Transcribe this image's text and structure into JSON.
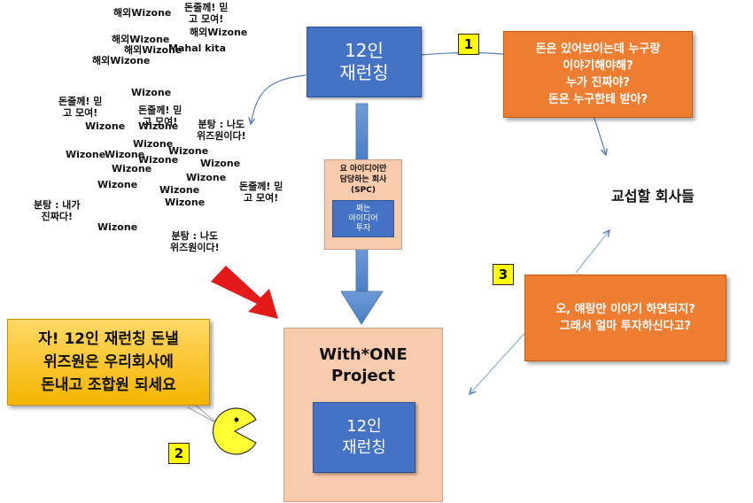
{
  "scatter_texts": [
    {
      "text": "해외Wizone"
    },
    {
      "text": "돈줄께! 믿\n고 모여!"
    },
    {
      "text": "해외Wizone"
    },
    {
      "text": "해외Wizone"
    },
    {
      "text": "해외Wizone"
    },
    {
      "text": "Mahal kita"
    },
    {
      "text": "해외Wizone"
    },
    {
      "text": "Wizone"
    },
    {
      "text": "돈줄께! 믿\n고 모여!"
    },
    {
      "text": "돈줄께! 믿\n고 모여!"
    },
    {
      "text": "Wizone"
    },
    {
      "text": "Wizone"
    },
    {
      "text": "분탕 : 나도\n위즈원이다!"
    },
    {
      "text": "Wizone"
    },
    {
      "text": "Wizone"
    },
    {
      "text": "Wizone"
    },
    {
      "text": "Wizone"
    },
    {
      "text": "Wizone"
    },
    {
      "text": "Wizone"
    },
    {
      "text": "Wizone"
    },
    {
      "text": "Wizone"
    },
    {
      "text": "Wizone"
    },
    {
      "text": "Wizone"
    },
    {
      "text": "돈줄께! 믿\n고 모여!"
    },
    {
      "text": "Wizone"
    },
    {
      "text": "분탕 : 내가\n진짜다!"
    },
    {
      "text": "Wizone"
    },
    {
      "text": "분탕 : 나도\n위즈원이다!"
    }
  ],
  "top_box": {
    "label": "12인\n재런칭"
  },
  "spc_box": {
    "label": "요 아이디어만\n담당하는 회사\n(SPC)",
    "inner_label": "쩌는\n아이디어\n투자"
  },
  "project_box": {
    "title": "With*ONE\nProject",
    "inner_label": "12인\n재런칭"
  },
  "orange_top": {
    "text": "돈은 있어보이는데 누구랑\n이야기해야해?\n누가 진짜야?\n돈은 누구한테 받아?"
  },
  "orange_bottom": {
    "text": "오, 얘랑만 이야기 하면되지?\n그래서 얼마 투자하신다고?"
  },
  "companies_label": "교섭할 회사들",
  "yellow_box": {
    "text": "자! 12인 재런칭 돈낼\n위즈원은 우리회사에\n돈내고 조합원 되세요"
  },
  "numbers": [
    "1",
    "2",
    "3"
  ],
  "colors": {
    "blue": "#4472c4",
    "orange": "#ed7d31",
    "peach": "#f8cbad",
    "yellow_grad_top": "#ffd966",
    "yellow_grad_bottom": "#f4b400",
    "red_arrow": "#e31a1a",
    "pacman": "#ffff33"
  }
}
